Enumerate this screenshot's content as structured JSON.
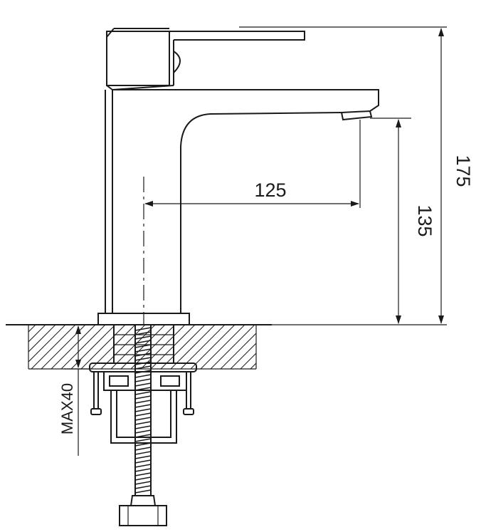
{
  "dimensions": {
    "spout_reach": "125",
    "spout_height": "135",
    "overall_height": "175",
    "max_counter_thickness": "MAX40"
  },
  "colors": {
    "line": "#1a1a1a",
    "background": "#ffffff"
  }
}
